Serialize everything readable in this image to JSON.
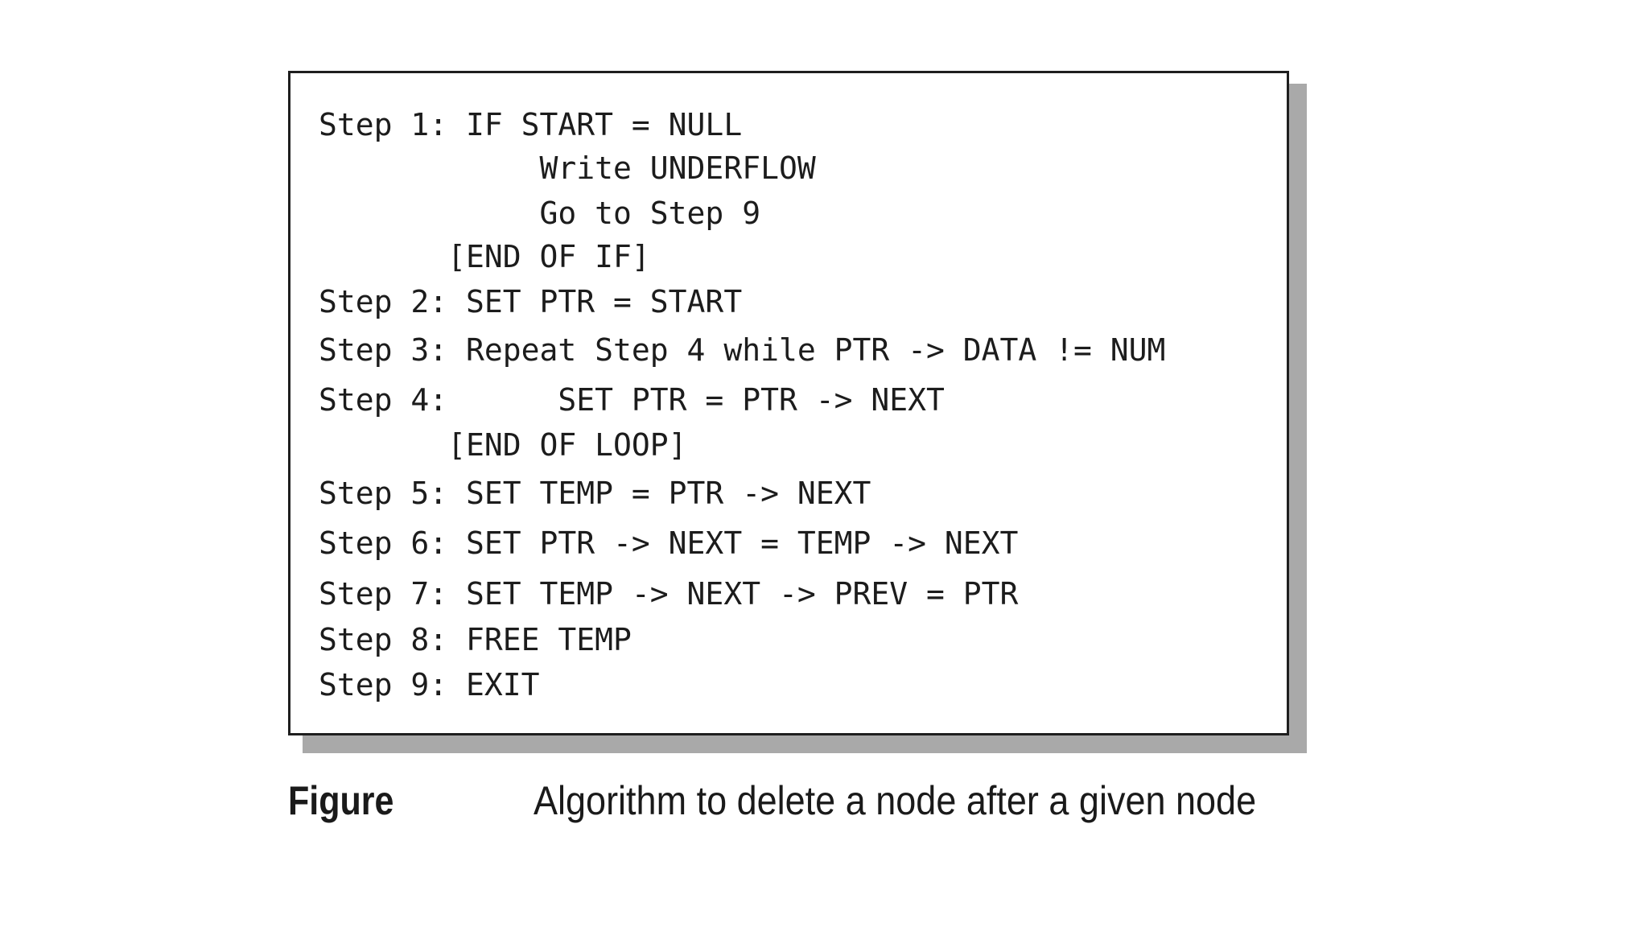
{
  "algorithm": {
    "lines": [
      "Step 1: IF START = NULL",
      "            Write UNDERFLOW",
      "            Go to Step 9",
      "       [END OF IF]",
      "Step 2: SET PTR = START",
      "Step 3: Repeat Step 4 while PTR -> DATA != NUM",
      "Step 4:      SET PTR = PTR -> NEXT",
      "       [END OF LOOP]",
      "Step 5: SET TEMP = PTR -> NEXT",
      "Step 6: SET PTR -> NEXT = TEMP -> NEXT",
      "Step 7: SET TEMP -> NEXT -> PREV = PTR",
      "Step 8: FREE TEMP",
      "Step 9: EXIT"
    ]
  },
  "caption": {
    "label": "Figure",
    "text": "Algorithm to delete a node after a given node"
  }
}
